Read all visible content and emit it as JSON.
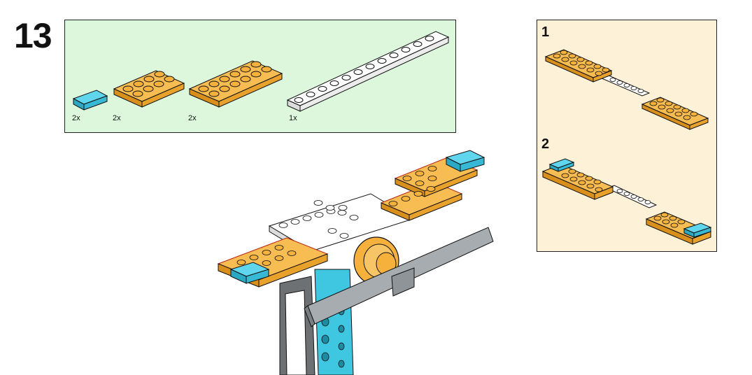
{
  "step": {
    "number": "13"
  },
  "parts_list": {
    "items": [
      {
        "name": "flat-tile-1x2-azure",
        "qty": "2x",
        "color": "#3fc6e0"
      },
      {
        "name": "plate-2x4-orange",
        "qty": "2x",
        "color": "#f5b13b"
      },
      {
        "name": "plate-2x6-orange",
        "qty": "2x",
        "color": "#f5b13b"
      },
      {
        "name": "plate-1x12-white",
        "qty": "1x",
        "color": "#ffffff"
      }
    ]
  },
  "sub_assembly": {
    "steps": [
      {
        "number": "1"
      },
      {
        "number": "2"
      }
    ]
  },
  "colors": {
    "parts_bg": "#dcf7dc",
    "sub_bg": "#fdf2d8",
    "orange": "#f5b13b",
    "azure": "#3fc6e0",
    "white": "#ffffff",
    "gray": "#a7acb0",
    "dark_gray": "#5c5f63"
  }
}
